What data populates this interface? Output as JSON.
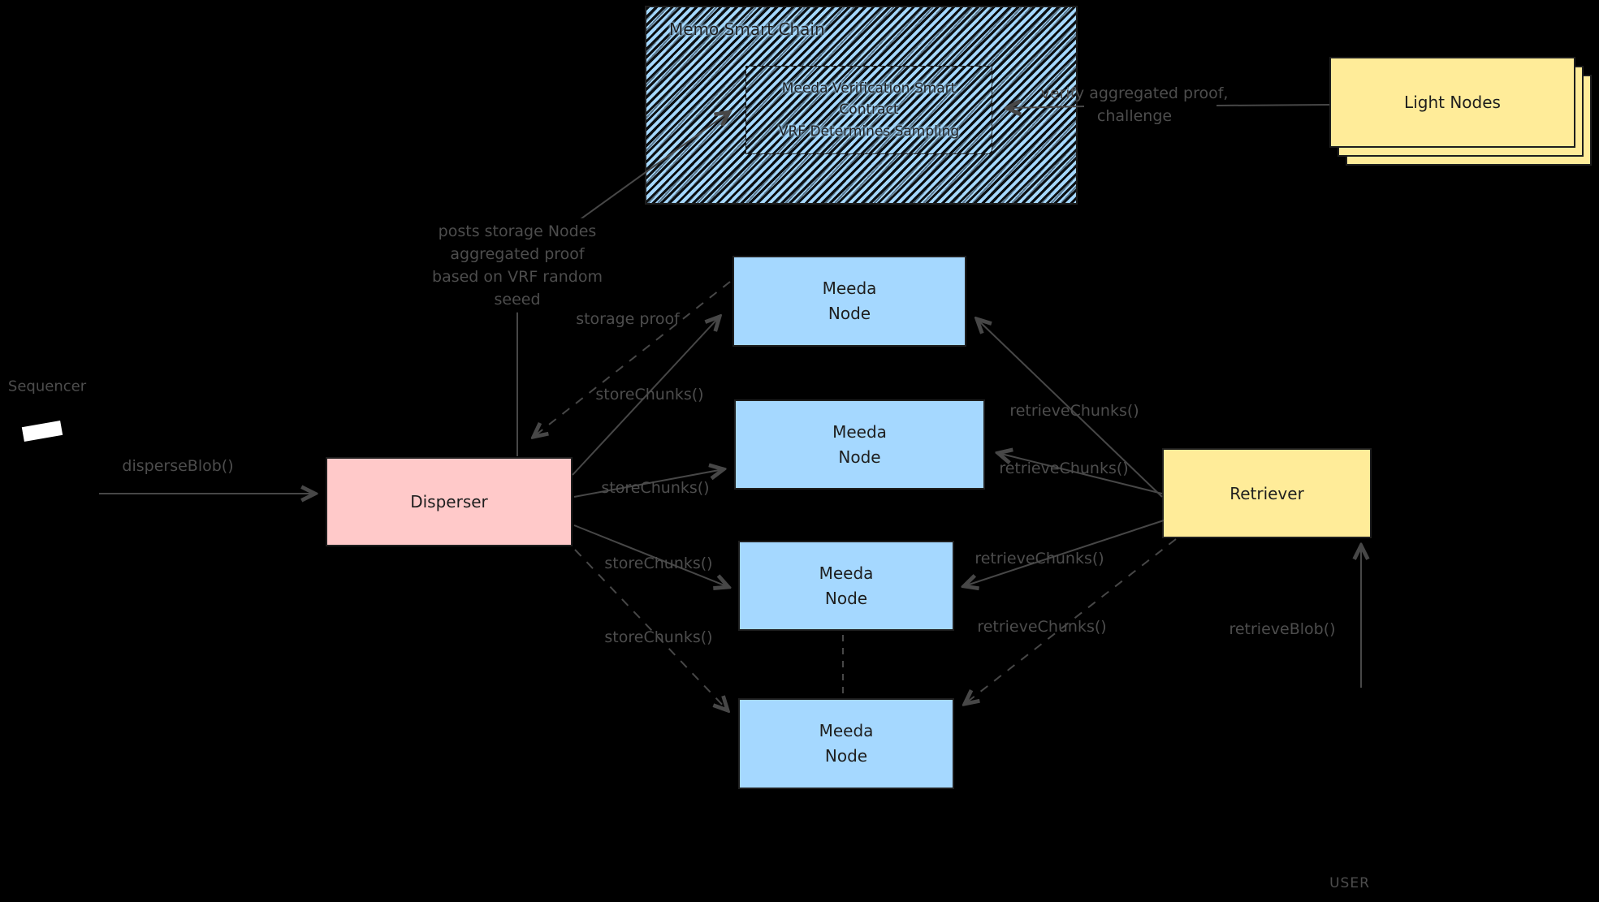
{
  "colors": {
    "background": "#000000",
    "node_blue": "#a5d8ff",
    "disperser_pink": "#ffc9c9",
    "retriever_yellow": "#ffec99",
    "box_border": "#1e1e1e",
    "box_text": "#1e1e1e",
    "line_gray": "#474747",
    "label_gray": "#4d4d4d",
    "sequencer_icon_white": "#ffffff"
  },
  "nodes": {
    "memo_chain": {
      "title": "Memo Smart Chain"
    },
    "contract": {
      "lines": [
        "Meeda Verification Smart",
        "Contract",
        "VRF Determines Sampling"
      ]
    },
    "light_nodes": {
      "label": "Light Nodes"
    },
    "sequencer": {
      "label": "Sequencer"
    },
    "disperser": {
      "label": "Disperser"
    },
    "meeda_nodes": [
      {
        "line1": "Meeda",
        "line2": "Node"
      },
      {
        "line1": "Meeda",
        "line2": "Node"
      },
      {
        "line1": "Meeda",
        "line2": "Node"
      },
      {
        "line1": "Meeda",
        "line2": "Node"
      }
    ],
    "retriever": {
      "label": "Retriever"
    },
    "user": {
      "label": "USER"
    }
  },
  "edges": {
    "disperse_blob": "disperseBlob()",
    "storage_proof": "storage proof",
    "store_chunks": [
      "storeChunks()",
      "storeChunks()",
      "storeChunks()",
      "storeChunks()"
    ],
    "retrieve_chunks": [
      "retrieveChunks()",
      "retrieveChunks()",
      "retrieveChunks()",
      "retrieveChunks()"
    ],
    "retrieve_blob": "retrieveBlob()",
    "posts_proof_lines": [
      "posts storage Nodes",
      "aggregated proof",
      "based on VRF random",
      "seeed"
    ],
    "verify_lines": [
      "verify aggregated proof,",
      "challenge"
    ]
  }
}
